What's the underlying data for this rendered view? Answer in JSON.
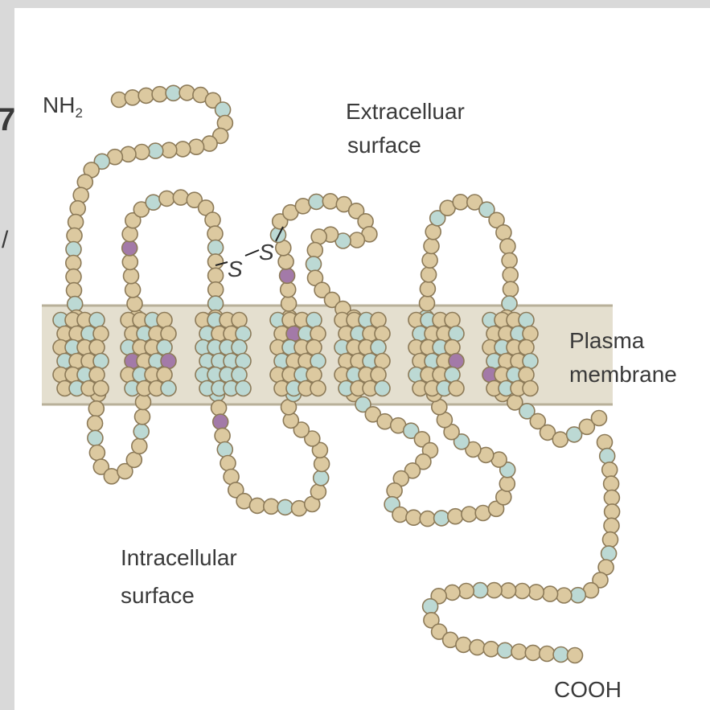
{
  "labels": {
    "nh2_main": "NH",
    "nh2_sub": "2",
    "extracellular_line1": "Extracelluar",
    "extracellular_line2": "surface",
    "plasma_line1": "Plasma",
    "plasma_line2": "membrane",
    "intracellular_line1": "Intracellular",
    "intracellular_line2": "surface",
    "cooh": "COOH",
    "disulfide": "S–S",
    "edge_fragment_top": "7",
    "edge_fragment_mid": "/"
  },
  "colors": {
    "background": "#d9d9d9",
    "panel": "#ffffff",
    "membrane": "#e4dfcf",
    "bead_tan": "#dcc9a0",
    "bead_blue": "#bcd9d4",
    "bead_purple": "#a37aa8",
    "bead_stroke": "#8c7a58"
  },
  "helix_count": 7
}
